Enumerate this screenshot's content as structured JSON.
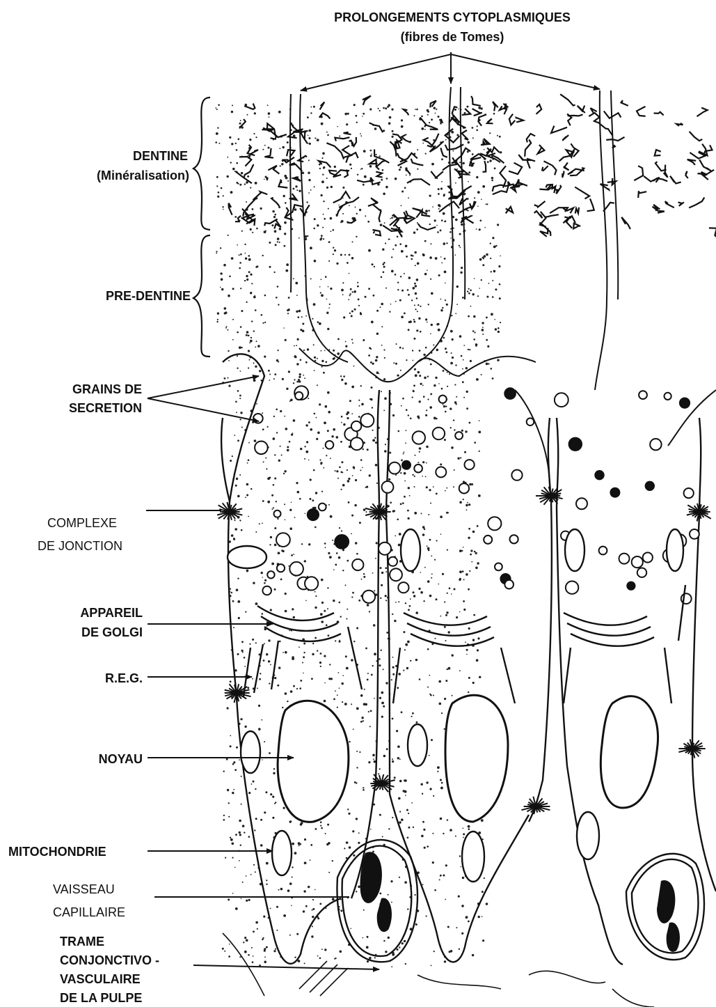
{
  "title": {
    "line1": "PROLONGEMENTS CYTOPLASMIQUES",
    "line2": "(fibres de Tomes)"
  },
  "labels": {
    "dentine": {
      "line1": "DENTINE",
      "line2": "(Minéralisation)"
    },
    "predentine": "PRE-DENTINE",
    "grains": {
      "line1": "GRAINS DE",
      "line2": "SECRETION"
    },
    "complexe": {
      "line1": "COMPLEXE",
      "line2": "DE JONCTION"
    },
    "golgi": {
      "line1": "APPAREIL",
      "line2": "DE GOLGI"
    },
    "reg": "R.E.G.",
    "noyau": "NOYAU",
    "mitochondrie": "MITOCHONDRIE",
    "vaisseau": {
      "line1": "VAISSEAU",
      "line2": "CAPILLAIRE"
    },
    "trame": {
      "line1": "TRAME",
      "line2": "CONJONCTIVO -",
      "line3": "VASCULAIRE",
      "line4": "DE LA PULPE"
    }
  },
  "colors": {
    "ink": "#111111",
    "paper": "#ffffff"
  }
}
